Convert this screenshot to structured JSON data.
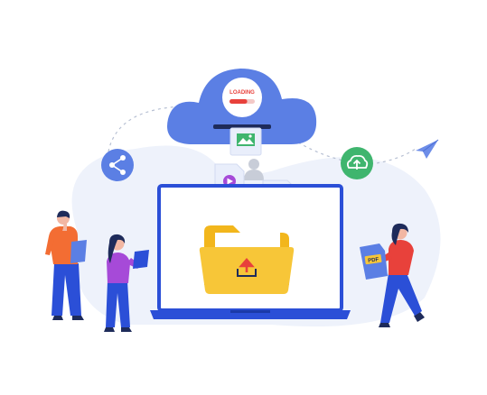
{
  "cloud": {
    "loading_text": "LOADING",
    "progress": 0.7
  },
  "files": {
    "pdf_label": "PDF"
  },
  "colors": {
    "cloud": "#5b7fe4",
    "cloud_light": "#ffffff",
    "loading_red": "#e8413b",
    "laptop_frame": "#2b4fd7",
    "folder_back": "#f2b61c",
    "folder_front": "#f7c638",
    "upload_arrow": "#e8413b",
    "share_circle": "#5b7fe4",
    "cloud_upload_circle": "#3fb56e",
    "paper_plane": "#6d8de8",
    "background_blob": "#eef2fb",
    "file_card": "#e9eefb"
  },
  "icons": [
    "share-icon",
    "cloud-upload-icon",
    "paper-plane-icon",
    "image-file-icon",
    "video-file-icon",
    "music-file-icon",
    "upload-arrow-icon",
    "pdf-file-icon"
  ]
}
